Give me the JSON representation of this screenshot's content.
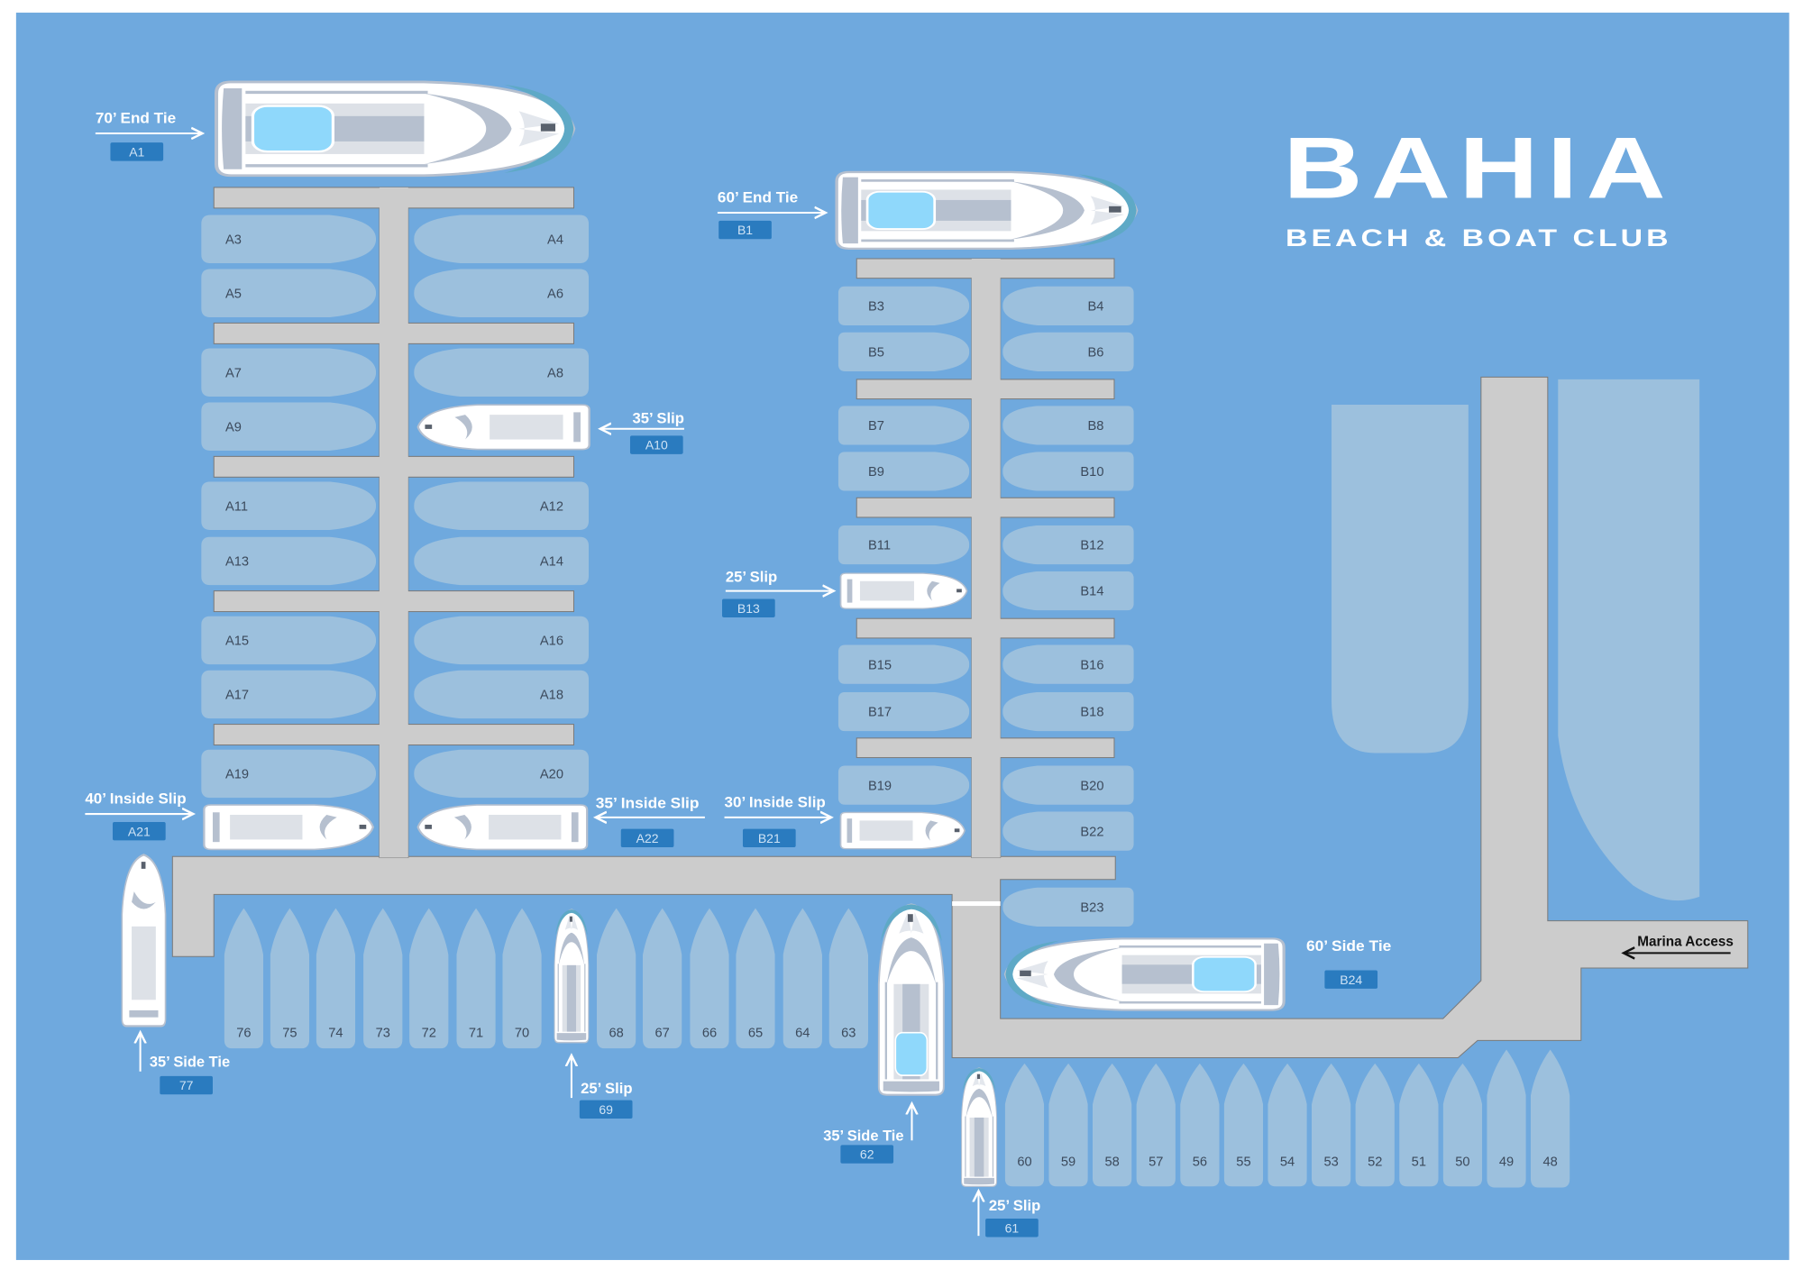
{
  "logo": {
    "title": "BAHIA",
    "subtitle": "BEACH & BOAT CLUB"
  },
  "colors": {
    "water": "#6fa9de",
    "slip": "#9cc0dd",
    "dock": "#cccccc",
    "badge": "#2a7bbf",
    "boat_window": "#8fd8fb"
  },
  "dock_a": {
    "left_slips": [
      "A3",
      "A5",
      "A7",
      "A9",
      "A11",
      "A13",
      "A15",
      "A17",
      "A19"
    ],
    "right_slips": [
      "A4",
      "A6",
      "A8",
      "",
      "A12",
      "A14",
      "A16",
      "A18",
      "A20"
    ]
  },
  "dock_b": {
    "left_slips": [
      "B3",
      "B5",
      "B7",
      "B9",
      "B11",
      "",
      "B15",
      "B17",
      "B19"
    ],
    "right_slips": [
      "B4",
      "B6",
      "B8",
      "B10",
      "B12",
      "B14",
      "B16",
      "B18",
      "B20",
      "B22",
      "B23"
    ]
  },
  "bottom_row_1": [
    "76",
    "75",
    "74",
    "73",
    "72",
    "71",
    "70",
    "",
    "68",
    "67",
    "66",
    "65",
    "64",
    "63"
  ],
  "bottom_row_2": [
    "60",
    "59",
    "58",
    "57",
    "56",
    "55",
    "54",
    "53",
    "52",
    "51",
    "50",
    "49",
    "48"
  ],
  "annotations": [
    {
      "label": "70’ End Tie",
      "slip": "A1"
    },
    {
      "label": "60’ End Tie",
      "slip": "B1"
    },
    {
      "label": "35’ Slip",
      "slip": "A10"
    },
    {
      "label": "25’ Slip",
      "slip": "B13"
    },
    {
      "label": "40’ Inside Slip",
      "slip": "A21"
    },
    {
      "label": "35’ Inside Slip",
      "slip": "A22"
    },
    {
      "label": "30’ Inside Slip",
      "slip": "B21"
    },
    {
      "label": "35’ Side Tie",
      "slip": "77"
    },
    {
      "label": "25’ Slip",
      "slip": "69"
    },
    {
      "label": "35’ Side Tie",
      "slip": "62"
    },
    {
      "label": "25’ Slip",
      "slip": "61"
    },
    {
      "label": "60’ Side Tie",
      "slip": "B24"
    }
  ],
  "marina_access": "Marina Access"
}
